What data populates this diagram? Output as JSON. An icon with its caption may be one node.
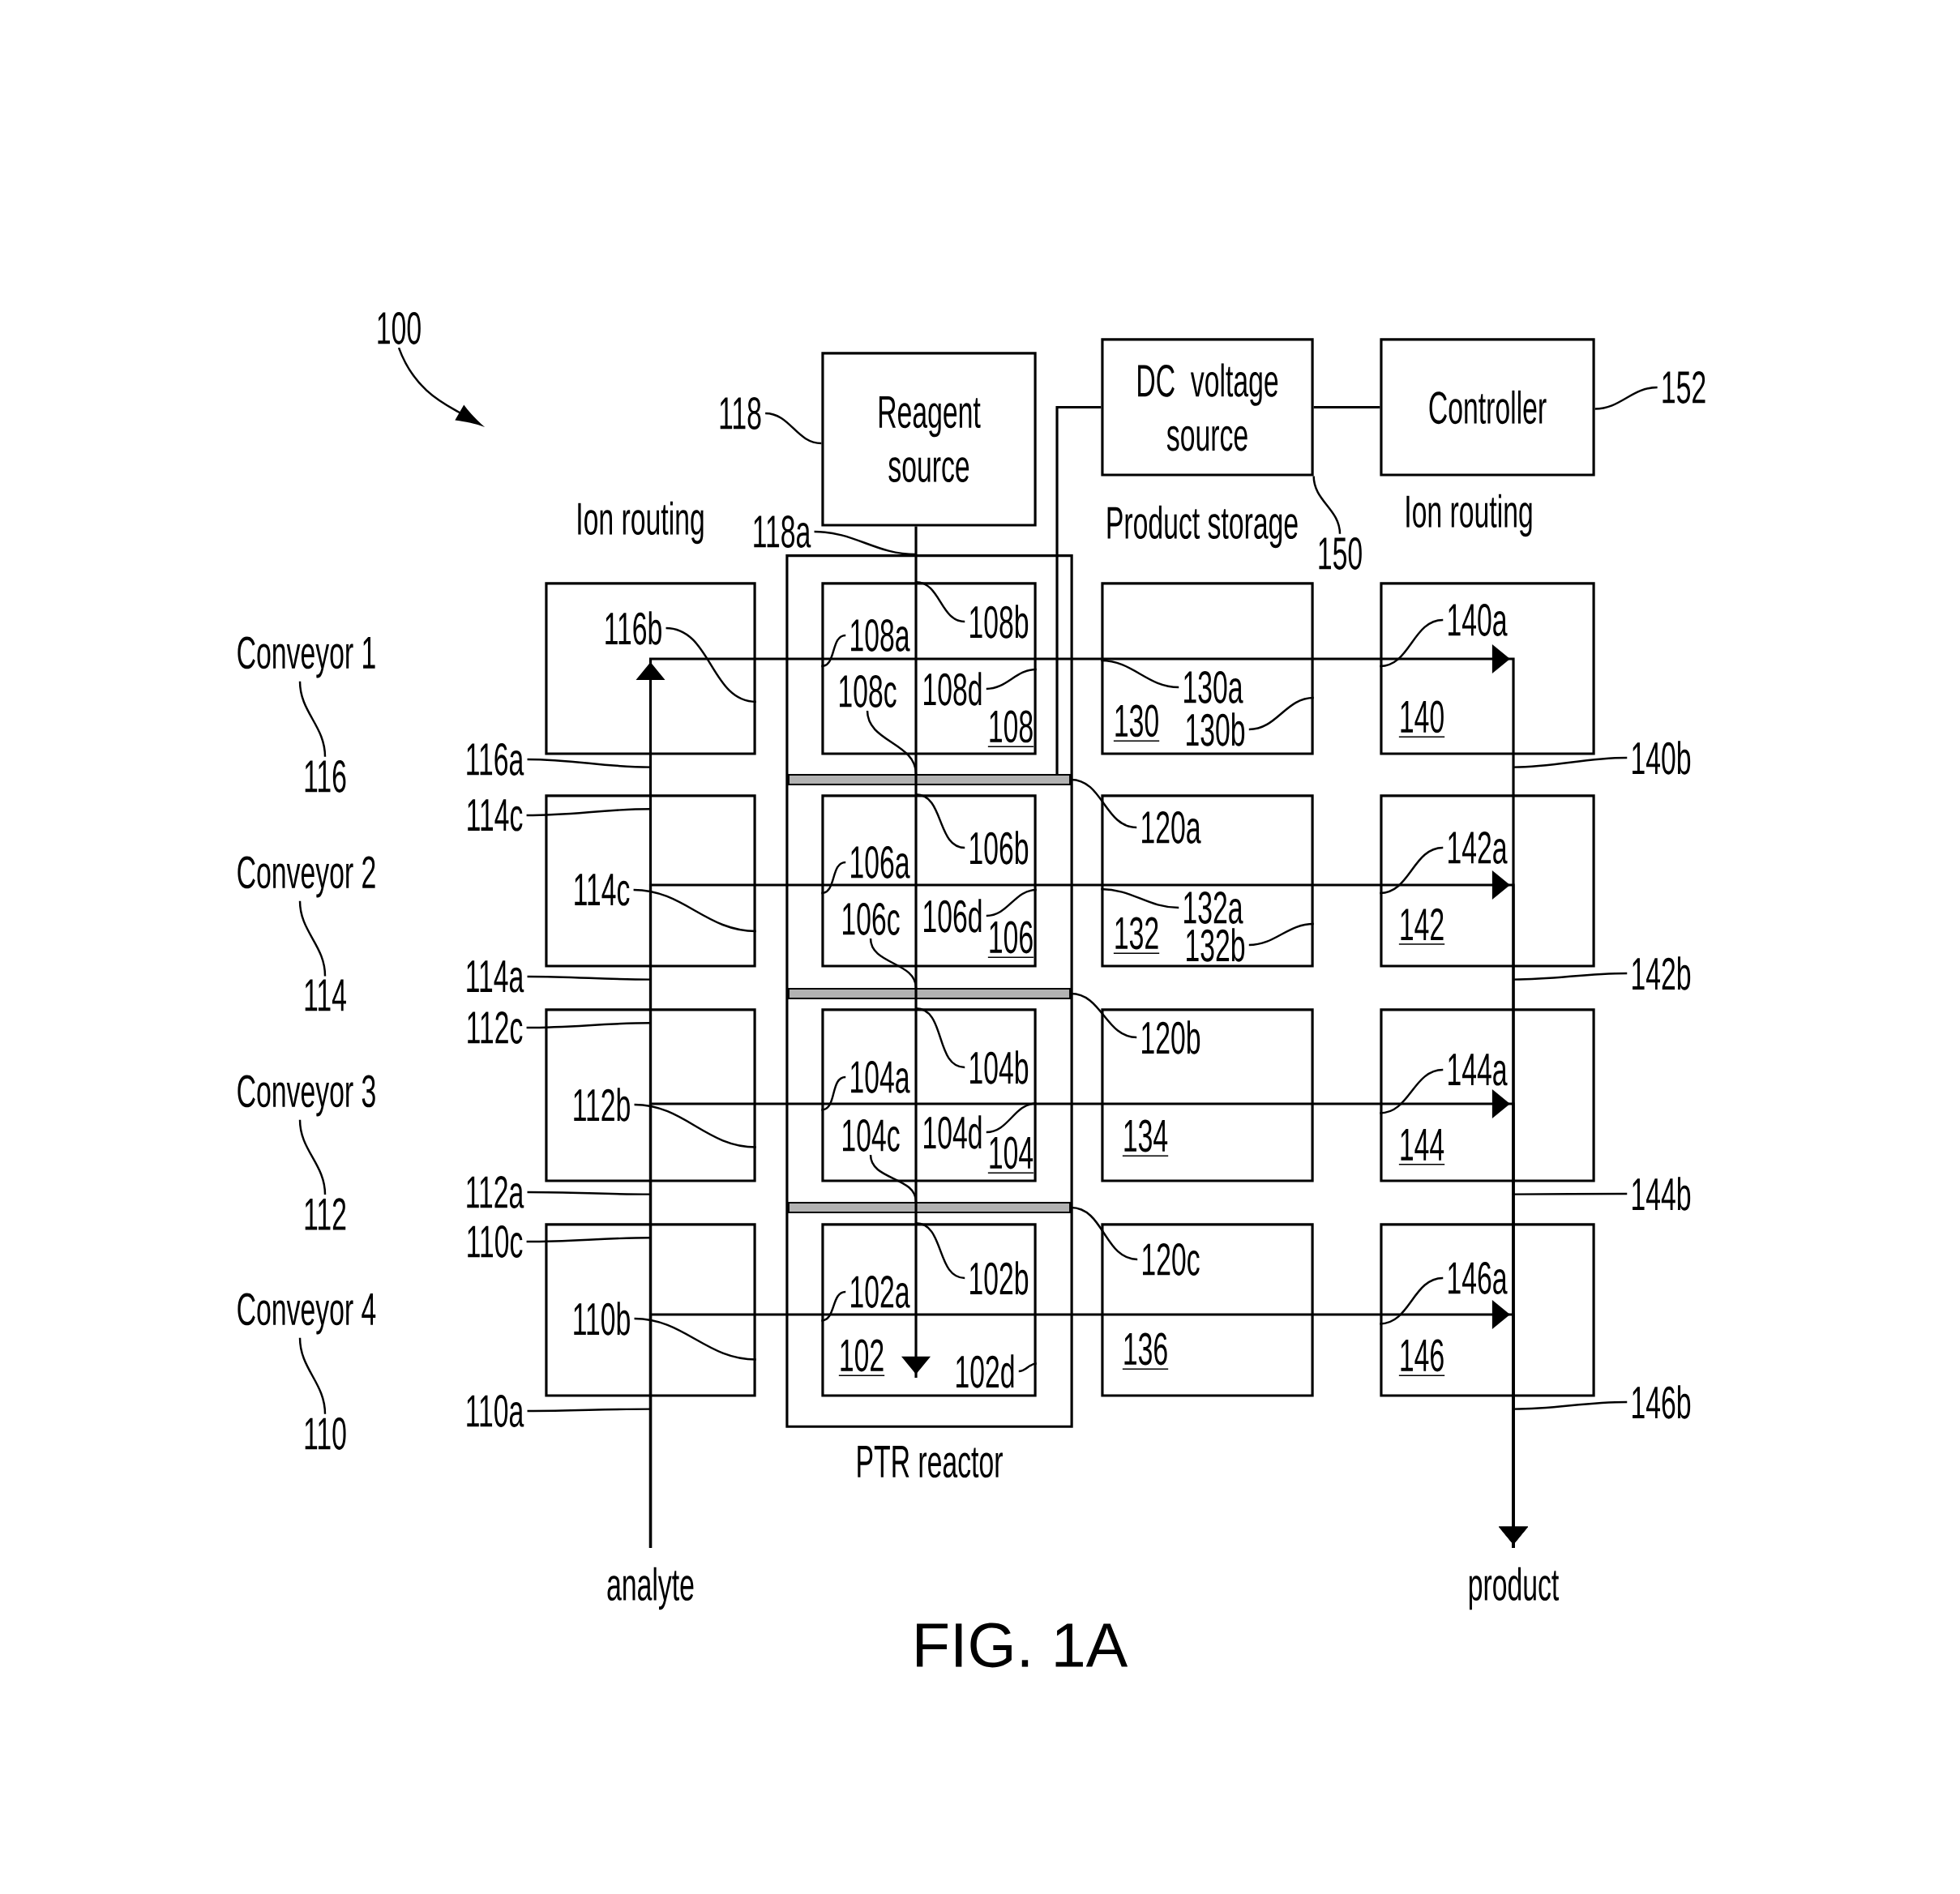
{
  "diagram": {
    "caption": "FIG. 1A",
    "nodes": [
      {
        "text": [
          "100"
        ]
      },
      {
        "text": [
          "118"
        ]
      },
      {
        "text": [
          "Reagent source"
        ]
      },
      {
        "text": [
          "DC voltage source"
        ]
      },
      {
        "text": [
          "Controller"
        ]
      },
      {
        "text": [
          "152"
        ]
      },
      {
        "text": [
          "150"
        ]
      },
      {
        "text": [
          "118a"
        ]
      },
      {
        "text": [
          "PTR reactor"
        ]
      },
      {
        "text": [
          "Conveyor 1"
        ]
      },
      {
        "text": [
          "116"
        ]
      },
      {
        "text": [],
        "shape": "box"
      },
      {
        "text": [
          "116b"
        ],
        "in": 11
      },
      {
        "text": [
          "108"
        ],
        "in": 8
      },
      {
        "text": [
          "108a"
        ],
        "in": 13
      },
      {
        "text": [
          "108b"
        ],
        "in": 13
      },
      {
        "text": [
          "108c"
        ],
        "in": 13
      },
      {
        "text": [
          "108d"
        ],
        "in": 13
      },
      {
        "text": [
          "130"
        ]
      },
      {
        "text": [
          "130a"
        ],
        "in": 18
      },
      {
        "text": [
          "130b"
        ],
        "in": 18
      },
      {
        "text": [
          "140"
        ]
      },
      {
        "text": [
          "140a"
        ],
        "in": 21
      },
      {
        "text": [
          "116a"
        ]
      },
      {
        "text": [
          "140b"
        ]
      },
      {
        "text": [],
        "shape": "bar",
        "in": 8
      },
      {
        "text": [
          "114c"
        ]
      },
      {
        "text": [
          "Conveyor 2"
        ]
      },
      {
        "text": [
          "114"
        ]
      },
      {
        "text": [],
        "shape": "box"
      },
      {
        "text": [
          "114c"
        ],
        "in": 29
      },
      {
        "text": [
          "106"
        ],
        "in": 8
      },
      {
        "text": [
          "106a"
        ],
        "in": 31
      },
      {
        "text": [
          "106b"
        ],
        "in": 31
      },
      {
        "text": [
          "106c"
        ],
        "in": 31
      },
      {
        "text": [
          "106d"
        ],
        "in": 31
      },
      {
        "text": [
          "132"
        ]
      },
      {
        "text": [
          "120a"
        ],
        "in": 36
      },
      {
        "text": [
          "132a"
        ],
        "in": 36
      },
      {
        "text": [
          "132b"
        ],
        "in": 36
      },
      {
        "text": [
          "142"
        ]
      },
      {
        "text": [
          "142a"
        ],
        "in": 40
      },
      {
        "text": [
          "114a"
        ]
      },
      {
        "text": [
          "142b"
        ]
      },
      {
        "text": [],
        "shape": "bar",
        "in": 8
      },
      {
        "text": [
          "112c"
        ]
      },
      {
        "text": [
          "Conveyor 3"
        ]
      },
      {
        "text": [
          "112"
        ]
      },
      {
        "text": [],
        "shape": "box"
      },
      {
        "text": [
          "112b"
        ],
        "in": 48
      },
      {
        "text": [
          "104"
        ],
        "in": 8
      },
      {
        "text": [
          "104a"
        ],
        "in": 50
      },
      {
        "text": [
          "104b"
        ],
        "in": 50
      },
      {
        "text": [
          "104c"
        ],
        "in": 50
      },
      {
        "text": [
          "104d"
        ],
        "in": 50
      },
      {
        "text": [
          "134"
        ]
      },
      {
        "text": [
          "120b"
        ],
        "in": 55
      },
      {
        "text": [
          "144"
        ]
      },
      {
        "text": [
          "144a"
        ],
        "in": 57
      },
      {
        "text": [
          "112a"
        ]
      },
      {
        "text": [
          "144b"
        ]
      },
      {
        "text": [],
        "shape": "bar",
        "in": 8
      },
      {
        "text": [
          "110c"
        ]
      },
      {
        "text": [
          "Conveyor 4"
        ]
      },
      {
        "text": [
          "110"
        ]
      },
      {
        "text": [],
        "shape": "box"
      },
      {
        "text": [
          "110b"
        ],
        "in": 65
      },
      {
        "text": [
          "102"
        ],
        "in": 8
      },
      {
        "text": [
          "102a"
        ],
        "in": 67
      },
      {
        "text": [
          "102b"
        ],
        "in": 67
      },
      {
        "text": [
          "102d"
        ],
        "in": 67
      },
      {
        "text": [
          "136"
        ]
      },
      {
        "text": [
          "120c"
        ],
        "in": 71
      },
      {
        "text": [
          "146"
        ]
      },
      {
        "text": [
          "146a"
        ],
        "in": 73
      },
      {
        "text": [
          "110a"
        ]
      },
      {
        "text": [
          "146b"
        ]
      },
      {
        "text": [
          "analyte"
        ]
      },
      {
        "text": [
          "product"
        ]
      }
    ],
    "edges": [
      {
        "from": 0,
        "to": null,
        "arrow": "to"
      },
      {
        "from": 1,
        "to": 2,
        "arrow": "none"
      },
      {
        "from": 5,
        "to": 4,
        "arrow": "none"
      },
      {
        "from": 6,
        "to": 3,
        "arrow": "none"
      },
      {
        "from": 7,
        "to": 8,
        "arrow": "none"
      },
      {
        "from": 10,
        "to": 9,
        "arrow": "none"
      },
      {
        "from": 12,
        "to": 11,
        "arrow": "none"
      },
      {
        "from": 14,
        "to": 13,
        "arrow": "none"
      },
      {
        "from": 15,
        "to": 13,
        "arrow": "none"
      },
      {
        "from": 16,
        "to": 25,
        "arrow": "none"
      },
      {
        "from": 17,
        "to": 13,
        "arrow": "none"
      },
      {
        "from": 19,
        "to": 18,
        "arrow": "none"
      },
      {
        "from": 20,
        "to": 18,
        "arrow": "none"
      },
      {
        "from": 22,
        "to": 21,
        "arrow": "none"
      },
      {
        "from": 23,
        "to": 11,
        "arrow": "none"
      },
      {
        "from": 24,
        "to": 21,
        "arrow": "none"
      },
      {
        "from": 26,
        "to": 29,
        "arrow": "none"
      },
      {
        "from": 28,
        "to": 27,
        "arrow": "none"
      },
      {
        "from": 30,
        "to": 29,
        "arrow": "none"
      },
      {
        "from": 32,
        "to": 31,
        "arrow": "none"
      },
      {
        "from": 33,
        "to": 31,
        "arrow": "none"
      },
      {
        "from": 34,
        "to": 44,
        "arrow": "none"
      },
      {
        "from": 35,
        "to": 31,
        "arrow": "none"
      },
      {
        "from": 37,
        "to": 25,
        "arrow": "none"
      },
      {
        "from": 38,
        "to": 36,
        "arrow": "none"
      },
      {
        "from": 39,
        "to": 36,
        "arrow": "none"
      },
      {
        "from": 41,
        "to": 40,
        "arrow": "none"
      },
      {
        "from": 42,
        "to": 29,
        "arrow": "none"
      },
      {
        "from": 43,
        "to": 40,
        "arrow": "none"
      },
      {
        "from": 45,
        "to": 48,
        "arrow": "none"
      },
      {
        "from": 47,
        "to": 46,
        "arrow": "none"
      },
      {
        "from": 49,
        "to": 48,
        "arrow": "none"
      },
      {
        "from": 51,
        "to": 50,
        "arrow": "none"
      },
      {
        "from": 52,
        "to": 50,
        "arrow": "none"
      },
      {
        "from": 53,
        "to": 61,
        "arrow": "none"
      },
      {
        "from": 54,
        "to": 50,
        "arrow": "none"
      },
      {
        "from": 56,
        "to": 44,
        "arrow": "none"
      },
      {
        "from": 58,
        "to": 57,
        "arrow": "none"
      },
      {
        "from": 59,
        "to": 48,
        "arrow": "none"
      },
      {
        "from": 60,
        "to": 57,
        "arrow": "none"
      },
      {
        "from": 62,
        "to": 65,
        "arrow": "none"
      },
      {
        "from": 64,
        "to": 63,
        "arrow": "none"
      },
      {
        "from": 66,
        "to": 65,
        "arrow": "none"
      },
      {
        "from": 68,
        "to": 67,
        "arrow": "none"
      },
      {
        "from": 69,
        "to": 67,
        "arrow": "none"
      },
      {
        "from": 70,
        "to": 67,
        "arrow": "none"
      },
      {
        "from": 72,
        "to": 61,
        "arrow": "none"
      },
      {
        "from": 74,
        "to": 73,
        "arrow": "none"
      },
      {
        "from": 75,
        "to": 65,
        "arrow": "none"
      },
      {
        "from": 76,
        "to": 73,
        "arrow": "none"
      },
      {
        "from": 77,
        "to": 78,
        "arrow": "to"
      },
      {
        "from": 77,
        "to": 78,
        "arrow": "to"
      },
      {
        "from": 77,
        "to": 78,
        "arrow": "to"
      },
      {
        "from": 77,
        "to": 78,
        "arrow": "to"
      },
      {
        "from": 2,
        "to": 67,
        "arrow": "to"
      },
      {
        "from": 3,
        "to": 4,
        "arrow": "none"
      },
      {
        "from": 3,
        "to": 25,
        "arrow": "none"
      }
    ],
    "labels": [
      "Ion routing",
      "Product storage",
      "Ion routing"
    ]
  }
}
